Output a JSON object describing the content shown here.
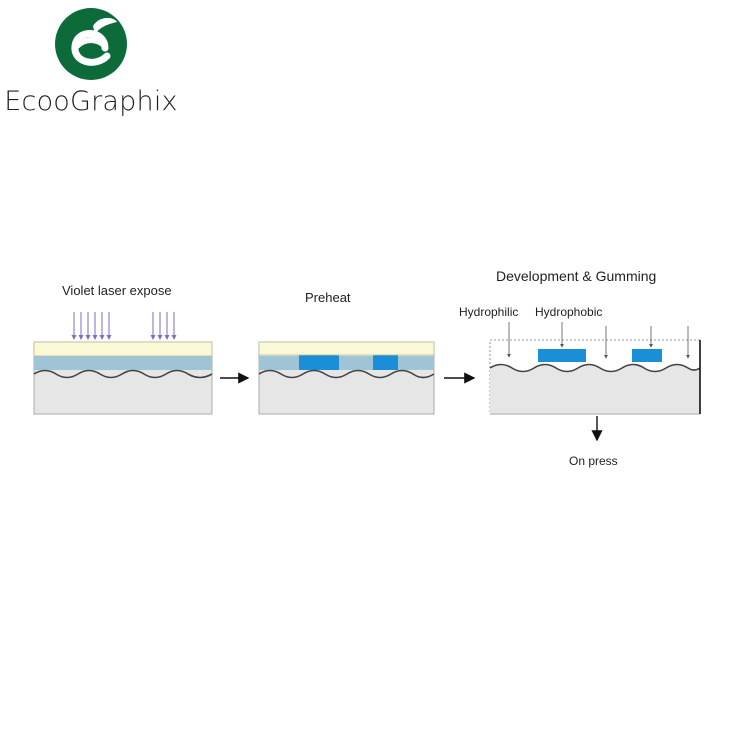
{
  "logo": {
    "text": "EcooGraphix",
    "mark_letter": "e",
    "colors": {
      "green": "#0d6b3a",
      "white": "#ffffff"
    }
  },
  "steps": [
    {
      "id": "violet",
      "label": "Violet laser expose"
    },
    {
      "id": "preheat",
      "label": "Preheat"
    },
    {
      "id": "develop",
      "label": "Development & Gumming",
      "annotations": {
        "hydrophilic": "Hydrophilic",
        "hydrophobic": "Hydrophobic"
      }
    }
  ],
  "result_label": "On press",
  "colors": {
    "top_coating": "#fbf8d6",
    "coating_border": "#b9b9a0",
    "photolayer": "#9fc4d6",
    "image_area": "#1a8fd8",
    "substrate": "#e6e6e6",
    "grain_line": "#444444",
    "arrow": "#111111",
    "expose_arrow": "#7a6fc0"
  }
}
